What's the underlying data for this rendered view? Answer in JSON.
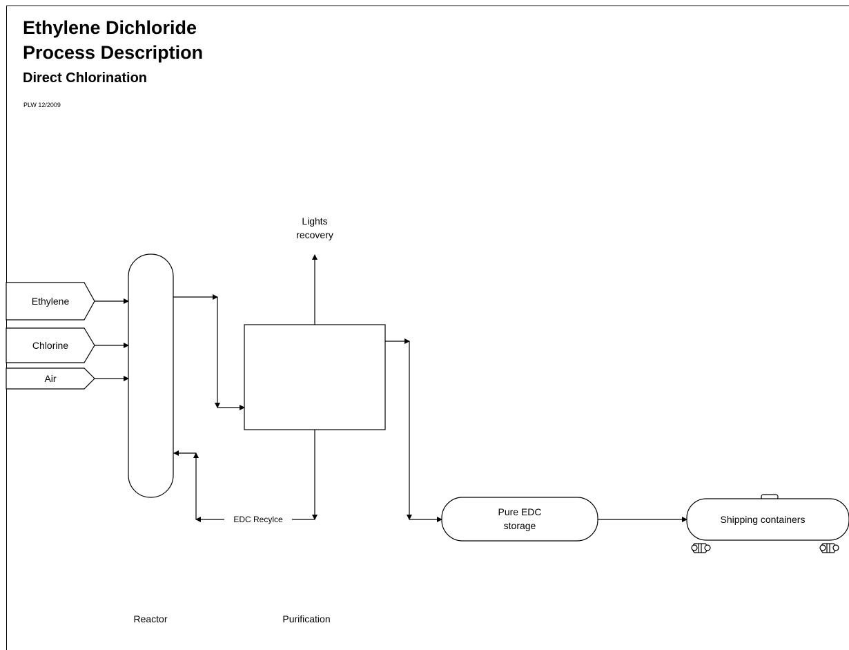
{
  "header": {
    "title_line1": "Ethylene Dichloride",
    "title_line2": "Process Description",
    "subtitle": "Direct Chlorination",
    "author_date": "PLW 12/2009"
  },
  "inputs": {
    "ethylene": "Ethylene",
    "chlorine": "Chlorine",
    "air": "Air"
  },
  "streams": {
    "lights_recovery_line1": "Lights",
    "lights_recovery_line2": "recovery",
    "edc_recycle": "EDC Recylce"
  },
  "units": {
    "storage_line1": "Pure EDC",
    "storage_line2": "storage",
    "shipping": "Shipping containers"
  },
  "section_labels": {
    "reactor": "Reactor",
    "purification": "Purification"
  }
}
